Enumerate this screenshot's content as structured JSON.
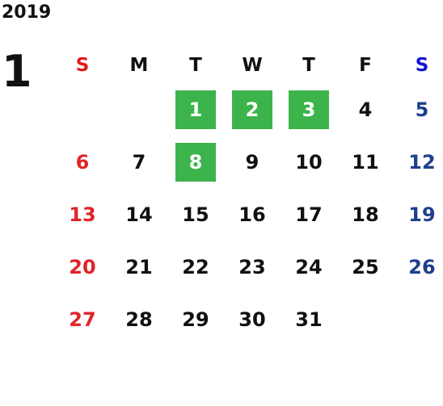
{
  "year": "2019",
  "month": "1",
  "weekdays": [
    "S",
    "M",
    "T",
    "W",
    "T",
    "F",
    "S"
  ],
  "colors": {
    "sunday": "#e0242b",
    "saturday": "#1f3f8c",
    "highlight": "#3cb44b"
  },
  "weeks": [
    [
      {
        "day": ""
      },
      {
        "day": ""
      },
      {
        "day": "1",
        "highlight": true
      },
      {
        "day": "2",
        "highlight": true
      },
      {
        "day": "3",
        "highlight": true
      },
      {
        "day": "4"
      },
      {
        "day": "5"
      }
    ],
    [
      {
        "day": "6"
      },
      {
        "day": "7"
      },
      {
        "day": "8",
        "highlight": true
      },
      {
        "day": "9"
      },
      {
        "day": "10"
      },
      {
        "day": "11"
      },
      {
        "day": "12"
      }
    ],
    [
      {
        "day": "13"
      },
      {
        "day": "14"
      },
      {
        "day": "15"
      },
      {
        "day": "16"
      },
      {
        "day": "17"
      },
      {
        "day": "18"
      },
      {
        "day": "19"
      }
    ],
    [
      {
        "day": "20"
      },
      {
        "day": "21"
      },
      {
        "day": "22"
      },
      {
        "day": "23"
      },
      {
        "day": "24"
      },
      {
        "day": "25"
      },
      {
        "day": "26"
      }
    ],
    [
      {
        "day": "27"
      },
      {
        "day": "28"
      },
      {
        "day": "29"
      },
      {
        "day": "30"
      },
      {
        "day": "31"
      },
      {
        "day": ""
      },
      {
        "day": ""
      }
    ]
  ]
}
